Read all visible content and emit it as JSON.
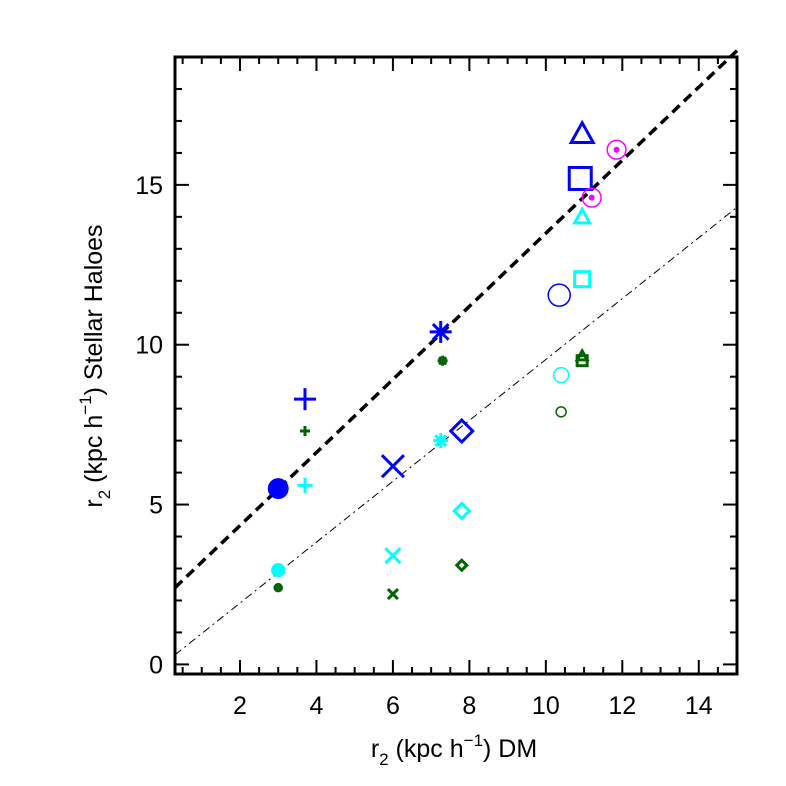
{
  "chart_data": {
    "type": "scatter",
    "title": "",
    "xlabel": {
      "pre": "r",
      "sub": "2",
      "mid": " (kpc h",
      "sup": "−1",
      "post": ") DM"
    },
    "ylabel": {
      "pre": "r",
      "sub": "2",
      "mid": " (kpc h",
      "sup": "−1",
      "post": ") Stellar Haloes"
    },
    "xlim": [
      0.3,
      15.0
    ],
    "ylim": [
      -0.3,
      19.0
    ],
    "xticks": [
      2,
      4,
      6,
      8,
      10,
      12,
      14
    ],
    "xtick_labels": [
      "2",
      "4",
      "6",
      "8",
      "10",
      "12",
      "14"
    ],
    "yticks": [
      0,
      5,
      10,
      15
    ],
    "ytick_labels": [
      "0",
      "5",
      "10",
      "15"
    ],
    "colors": {
      "blue": "#0000ff",
      "cyan": "#00ffff",
      "green": "#006400",
      "magenta": "#ff00ff",
      "black": "#000000"
    },
    "lines": [
      {
        "style": "dashed",
        "x": [
          0.3,
          15.0
        ],
        "y": [
          2.4,
          19.2
        ]
      },
      {
        "style": "dash-dot",
        "x": [
          0.3,
          15.0
        ],
        "y": [
          0.3,
          14.3
        ]
      }
    ],
    "points": [
      {
        "x": 3.0,
        "y": 5.5,
        "marker": "filled-circle",
        "color": "blue",
        "size": "large"
      },
      {
        "x": 3.0,
        "y": 2.95,
        "marker": "filled-circle",
        "color": "cyan",
        "size": "medium"
      },
      {
        "x": 3.0,
        "y": 2.4,
        "marker": "filled-circle",
        "color": "green",
        "size": "small"
      },
      {
        "x": 3.7,
        "y": 8.3,
        "marker": "plus",
        "color": "blue",
        "size": "large"
      },
      {
        "x": 3.7,
        "y": 5.6,
        "marker": "plus",
        "color": "cyan",
        "size": "medium"
      },
      {
        "x": 3.7,
        "y": 7.3,
        "marker": "plus",
        "color": "green",
        "size": "small"
      },
      {
        "x": 6.0,
        "y": 6.2,
        "marker": "cross",
        "color": "blue",
        "size": "large"
      },
      {
        "x": 6.0,
        "y": 3.4,
        "marker": "cross",
        "color": "cyan",
        "size": "medium"
      },
      {
        "x": 6.0,
        "y": 2.2,
        "marker": "cross",
        "color": "green",
        "size": "small"
      },
      {
        "x": 7.25,
        "y": 10.4,
        "marker": "asterisk",
        "color": "blue",
        "size": "large"
      },
      {
        "x": 7.25,
        "y": 7.0,
        "marker": "asterisk",
        "color": "cyan",
        "size": "medium"
      },
      {
        "x": 7.3,
        "y": 9.5,
        "marker": "asterisk",
        "color": "green",
        "size": "small"
      },
      {
        "x": 7.8,
        "y": 7.3,
        "marker": "diamond",
        "color": "blue",
        "size": "large"
      },
      {
        "x": 7.8,
        "y": 4.8,
        "marker": "diamond",
        "color": "cyan",
        "size": "medium"
      },
      {
        "x": 7.8,
        "y": 3.1,
        "marker": "diamond",
        "color": "green",
        "size": "small"
      },
      {
        "x": 10.35,
        "y": 11.55,
        "marker": "open-circle",
        "color": "blue",
        "size": "large"
      },
      {
        "x": 10.4,
        "y": 9.05,
        "marker": "open-circle",
        "color": "cyan",
        "size": "medium"
      },
      {
        "x": 10.4,
        "y": 7.9,
        "marker": "open-circle",
        "color": "green",
        "size": "small"
      },
      {
        "x": 10.95,
        "y": 16.6,
        "marker": "triangle",
        "color": "blue",
        "size": "large"
      },
      {
        "x": 10.95,
        "y": 14.0,
        "marker": "triangle",
        "color": "cyan",
        "size": "medium"
      },
      {
        "x": 10.95,
        "y": 9.65,
        "marker": "triangle",
        "color": "green",
        "size": "small"
      },
      {
        "x": 10.9,
        "y": 15.2,
        "marker": "square",
        "color": "blue",
        "size": "large"
      },
      {
        "x": 10.95,
        "y": 12.05,
        "marker": "square",
        "color": "cyan",
        "size": "medium"
      },
      {
        "x": 10.95,
        "y": 9.5,
        "marker": "square",
        "color": "green",
        "size": "small"
      },
      {
        "x": 11.85,
        "y": 16.1,
        "marker": "dotted-circle",
        "color": "magenta",
        "size": "medium"
      },
      {
        "x": 11.2,
        "y": 14.6,
        "marker": "dotted-circle",
        "color": "magenta",
        "size": "medium"
      }
    ]
  }
}
